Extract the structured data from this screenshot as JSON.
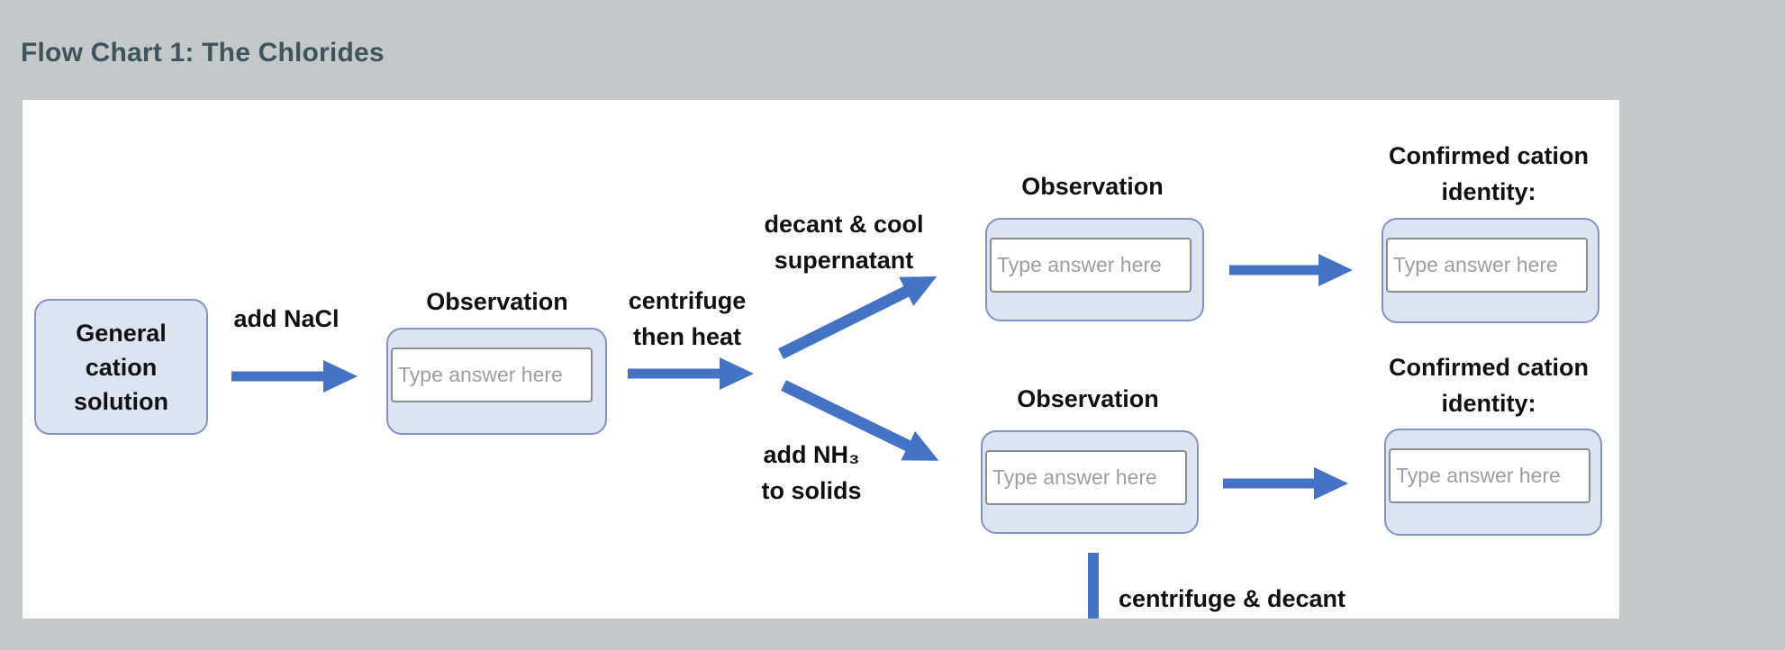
{
  "page": {
    "title": "Flow Chart 1: The Chlorides"
  },
  "flowchart": {
    "start_box": "General\ncation\nsolution",
    "labels": {
      "add_nacl": "add NaCl",
      "observation_1": "Observation",
      "centrifuge_heat": "centrifuge\nthen heat",
      "decant_cool": "decant & cool\nsupernatant",
      "add_nh3": "add NH₃\nto solids",
      "observation_top": "Observation",
      "confirmed_top": "Confirmed cation\nidentity:",
      "observation_bottom": "Observation",
      "confirmed_bottom": "Confirmed cation\nidentity:",
      "centrifuge_decant": "centrifuge & decant"
    },
    "inputs": {
      "placeholder": "Type answer here"
    },
    "colors": {
      "page_background": "#c5c8c8",
      "canvas_background": "#ffffff",
      "title_text": "#3e545c",
      "label_text": "#111111",
      "arrow_blue": "#4472c4",
      "box_fill": "#dce3f1",
      "box_border": "#8193c6",
      "input_border": "#8c8c8c",
      "placeholder_text": "#9e9e9e"
    }
  }
}
